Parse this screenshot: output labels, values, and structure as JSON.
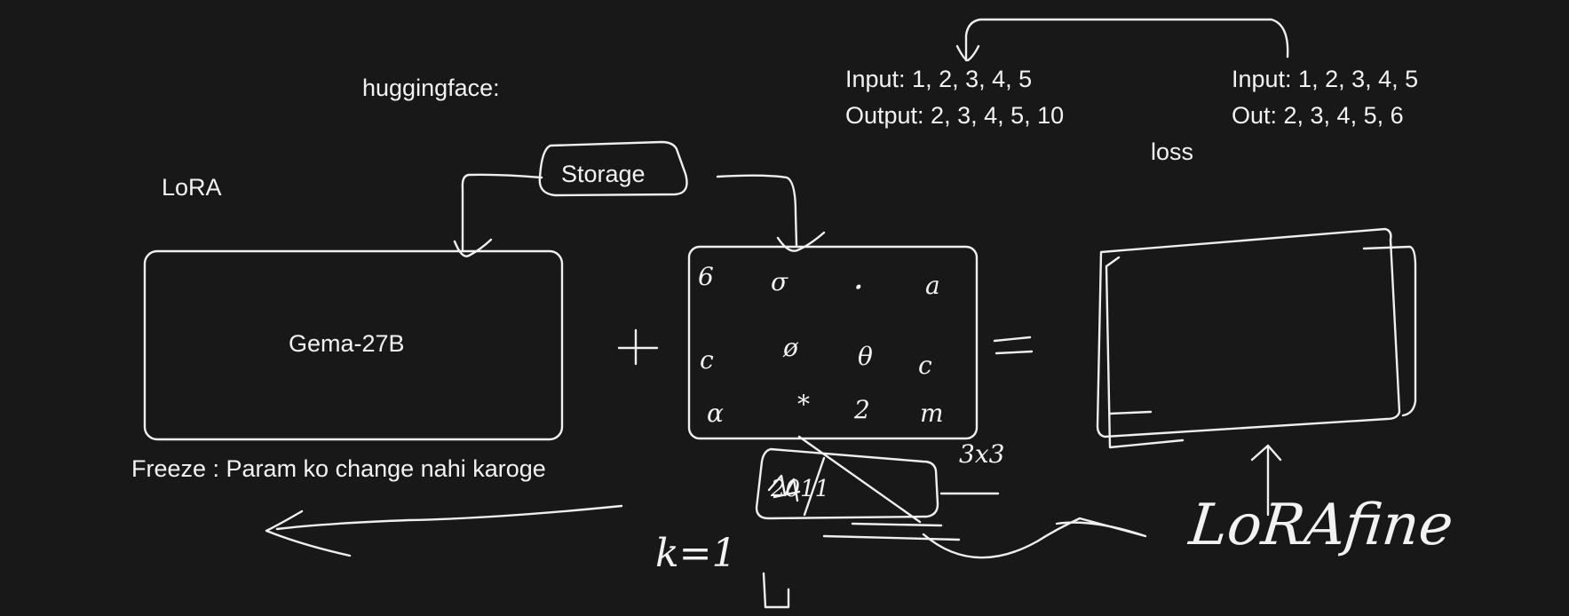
{
  "labels": {
    "huggingface": "huggingface:",
    "lora": "LoRA",
    "storage": "Storage",
    "gema": "Gema-27B",
    "freeze": "Freeze : Param ko change nahi karoge",
    "input_1": "Input: 1, 2, 3, 4, 5",
    "output_1": "Output: 2, 3, 4, 5, 10",
    "input_2": "Input: 1, 2, 3, 4, 5",
    "output_2": "Out: 2, 3, 4, 5, 6",
    "loss": "loss"
  },
  "handwriting": {
    "lora_fine": "LoRAfine",
    "k_eq": "k=1",
    "three_by_three": "3x3",
    "small_note": "2011"
  },
  "matrix_glyphs": [
    "6",
    "σ",
    "ꞏ",
    "a",
    "c",
    "ø",
    "θ",
    "c",
    "ɑ",
    "*",
    "2",
    "m"
  ],
  "colors": {
    "background": "#181818",
    "ink": "#f2f2f2"
  }
}
